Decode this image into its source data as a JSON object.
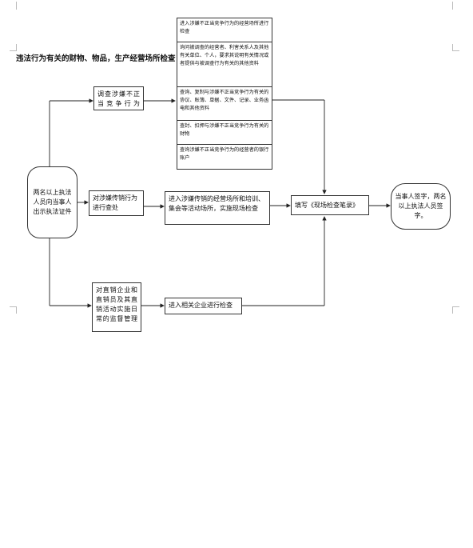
{
  "title": "违法行为有关的财物、物品，生产经营场所检查",
  "start": "两名以上执法人员向当事人出示执法证件",
  "branch_top": "调查涉嫌不正当竞争行为",
  "branch_mid": "对涉嫌传销行为进行查处",
  "branch_bot": "对直销企业和直销员及其直销活动实施日常的监督管理",
  "top_items": [
    "进入涉嫌不正当竞争行为的经营场所进行检查",
    "询问被调查的经营者、利害关系人及其他有关单位、个人，要求其说明有关情况或者提供与被调查行为有关的其他资料",
    "查询、复制与涉嫌不正当竞争行为有关的协议、账簿、单据、文件、记录、业务函电和其他资料",
    "查封、扣押与涉嫌不正当竞争行为有关的财物",
    "查询涉嫌不正当竞争行为的经营者的银行账户"
  ],
  "mid_action": "进入涉嫌传销的经营场所和培训、集会等活动场所，实施现场检查",
  "bot_action": "进入相关企业进行检查",
  "record": "填写《现场检查笔录》",
  "end": "当事人签字，两名以上执法人员签字。"
}
